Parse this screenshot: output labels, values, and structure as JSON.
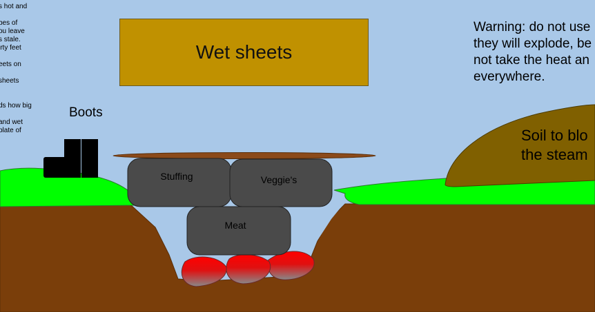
{
  "left_notes": [
    "s hot and",
    "",
    "bes of",
    "ou leave",
    "s stale.",
    "irty feet",
    "",
    "eets on",
    "",
    " sheets",
    "",
    "",
    "ds how big",
    "",
    "and wet",
    "plate of"
  ],
  "title_box": {
    "label": "Wet sheets"
  },
  "warning": {
    "lines": [
      "Warning: do not use",
      "they will explode, be",
      "not take the heat an",
      "everywhere."
    ]
  },
  "boots": {
    "label": "Boots"
  },
  "soil_mound": {
    "lines": [
      "Soil to blo",
      "the steam"
    ]
  },
  "stones": {
    "stuffing": "Stuffing",
    "veggies": "Veggie's",
    "meat": "Meat"
  },
  "colors": {
    "sky": "#a9c8e8",
    "grass": "#00ff00",
    "earth": "#7a3e0a",
    "soil_mound": "#806000",
    "sheet_box": "#c09100",
    "stone": "#4a4a4a",
    "hot_rock_top": "#ff0000",
    "hot_rock_bottom": "#808080"
  }
}
